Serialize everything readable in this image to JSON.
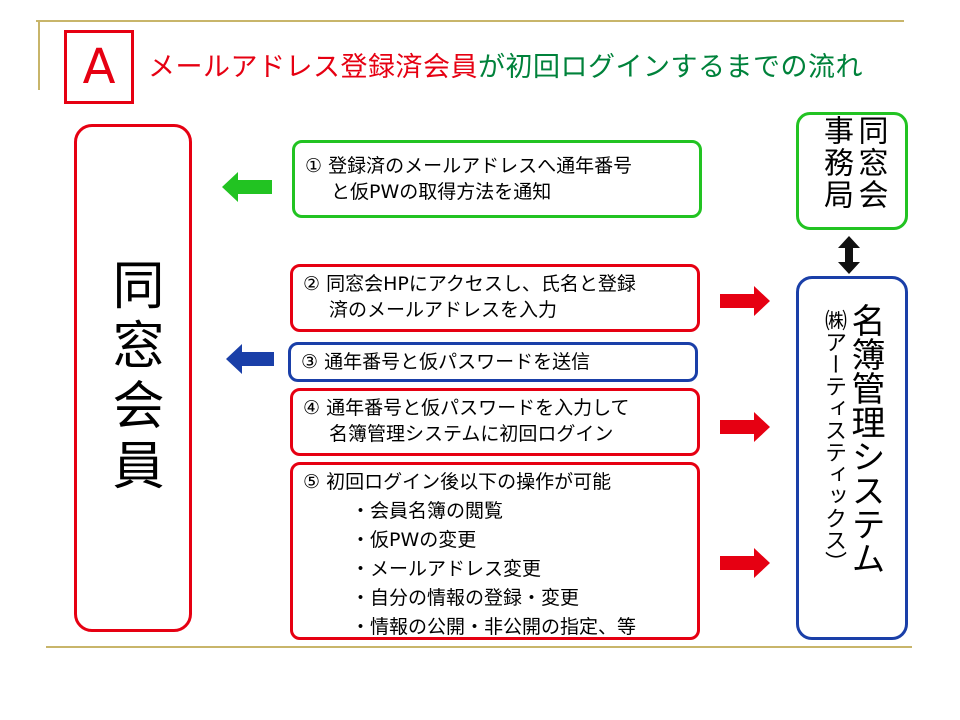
{
  "header": {
    "label": "A",
    "title_red": "メールアドレス登録済会員",
    "title_green": "が初回ログインするまでの流れ"
  },
  "member": {
    "label": "同窓会員"
  },
  "office": {
    "label": "同窓会事務局"
  },
  "system": {
    "name": "名簿管理システム",
    "company": "㈱アーティスティックス）"
  },
  "steps": [
    {
      "lines": [
        "① 登録済のメールアドレスへ通年番号",
        "と仮PWの取得方法を通知"
      ]
    },
    {
      "lines": [
        "② 同窓会HPにアクセスし、氏名と登録",
        "済のメールアドレスを入力"
      ]
    },
    {
      "lines": [
        "③ 通年番号と仮パスワードを送信"
      ]
    },
    {
      "lines": [
        "④ 通年番号と仮パスワードを入力して",
        "名簿管理システムに初回ログイン"
      ]
    },
    {
      "lines": [
        "⑤ 初回ログイン後以下の操作が可能"
      ],
      "items": [
        "・会員名簿の閲覧",
        "・仮PWの変更",
        "・メールアドレス変更",
        "・自分の情報の登録・変更",
        "・情報の公開・非公開の指定、等"
      ]
    }
  ],
  "colors": {
    "red": "#e60012",
    "green": "#22c322",
    "blue": "#1a3fa8",
    "title_green": "#00823b",
    "rule": "#c8b56a"
  }
}
